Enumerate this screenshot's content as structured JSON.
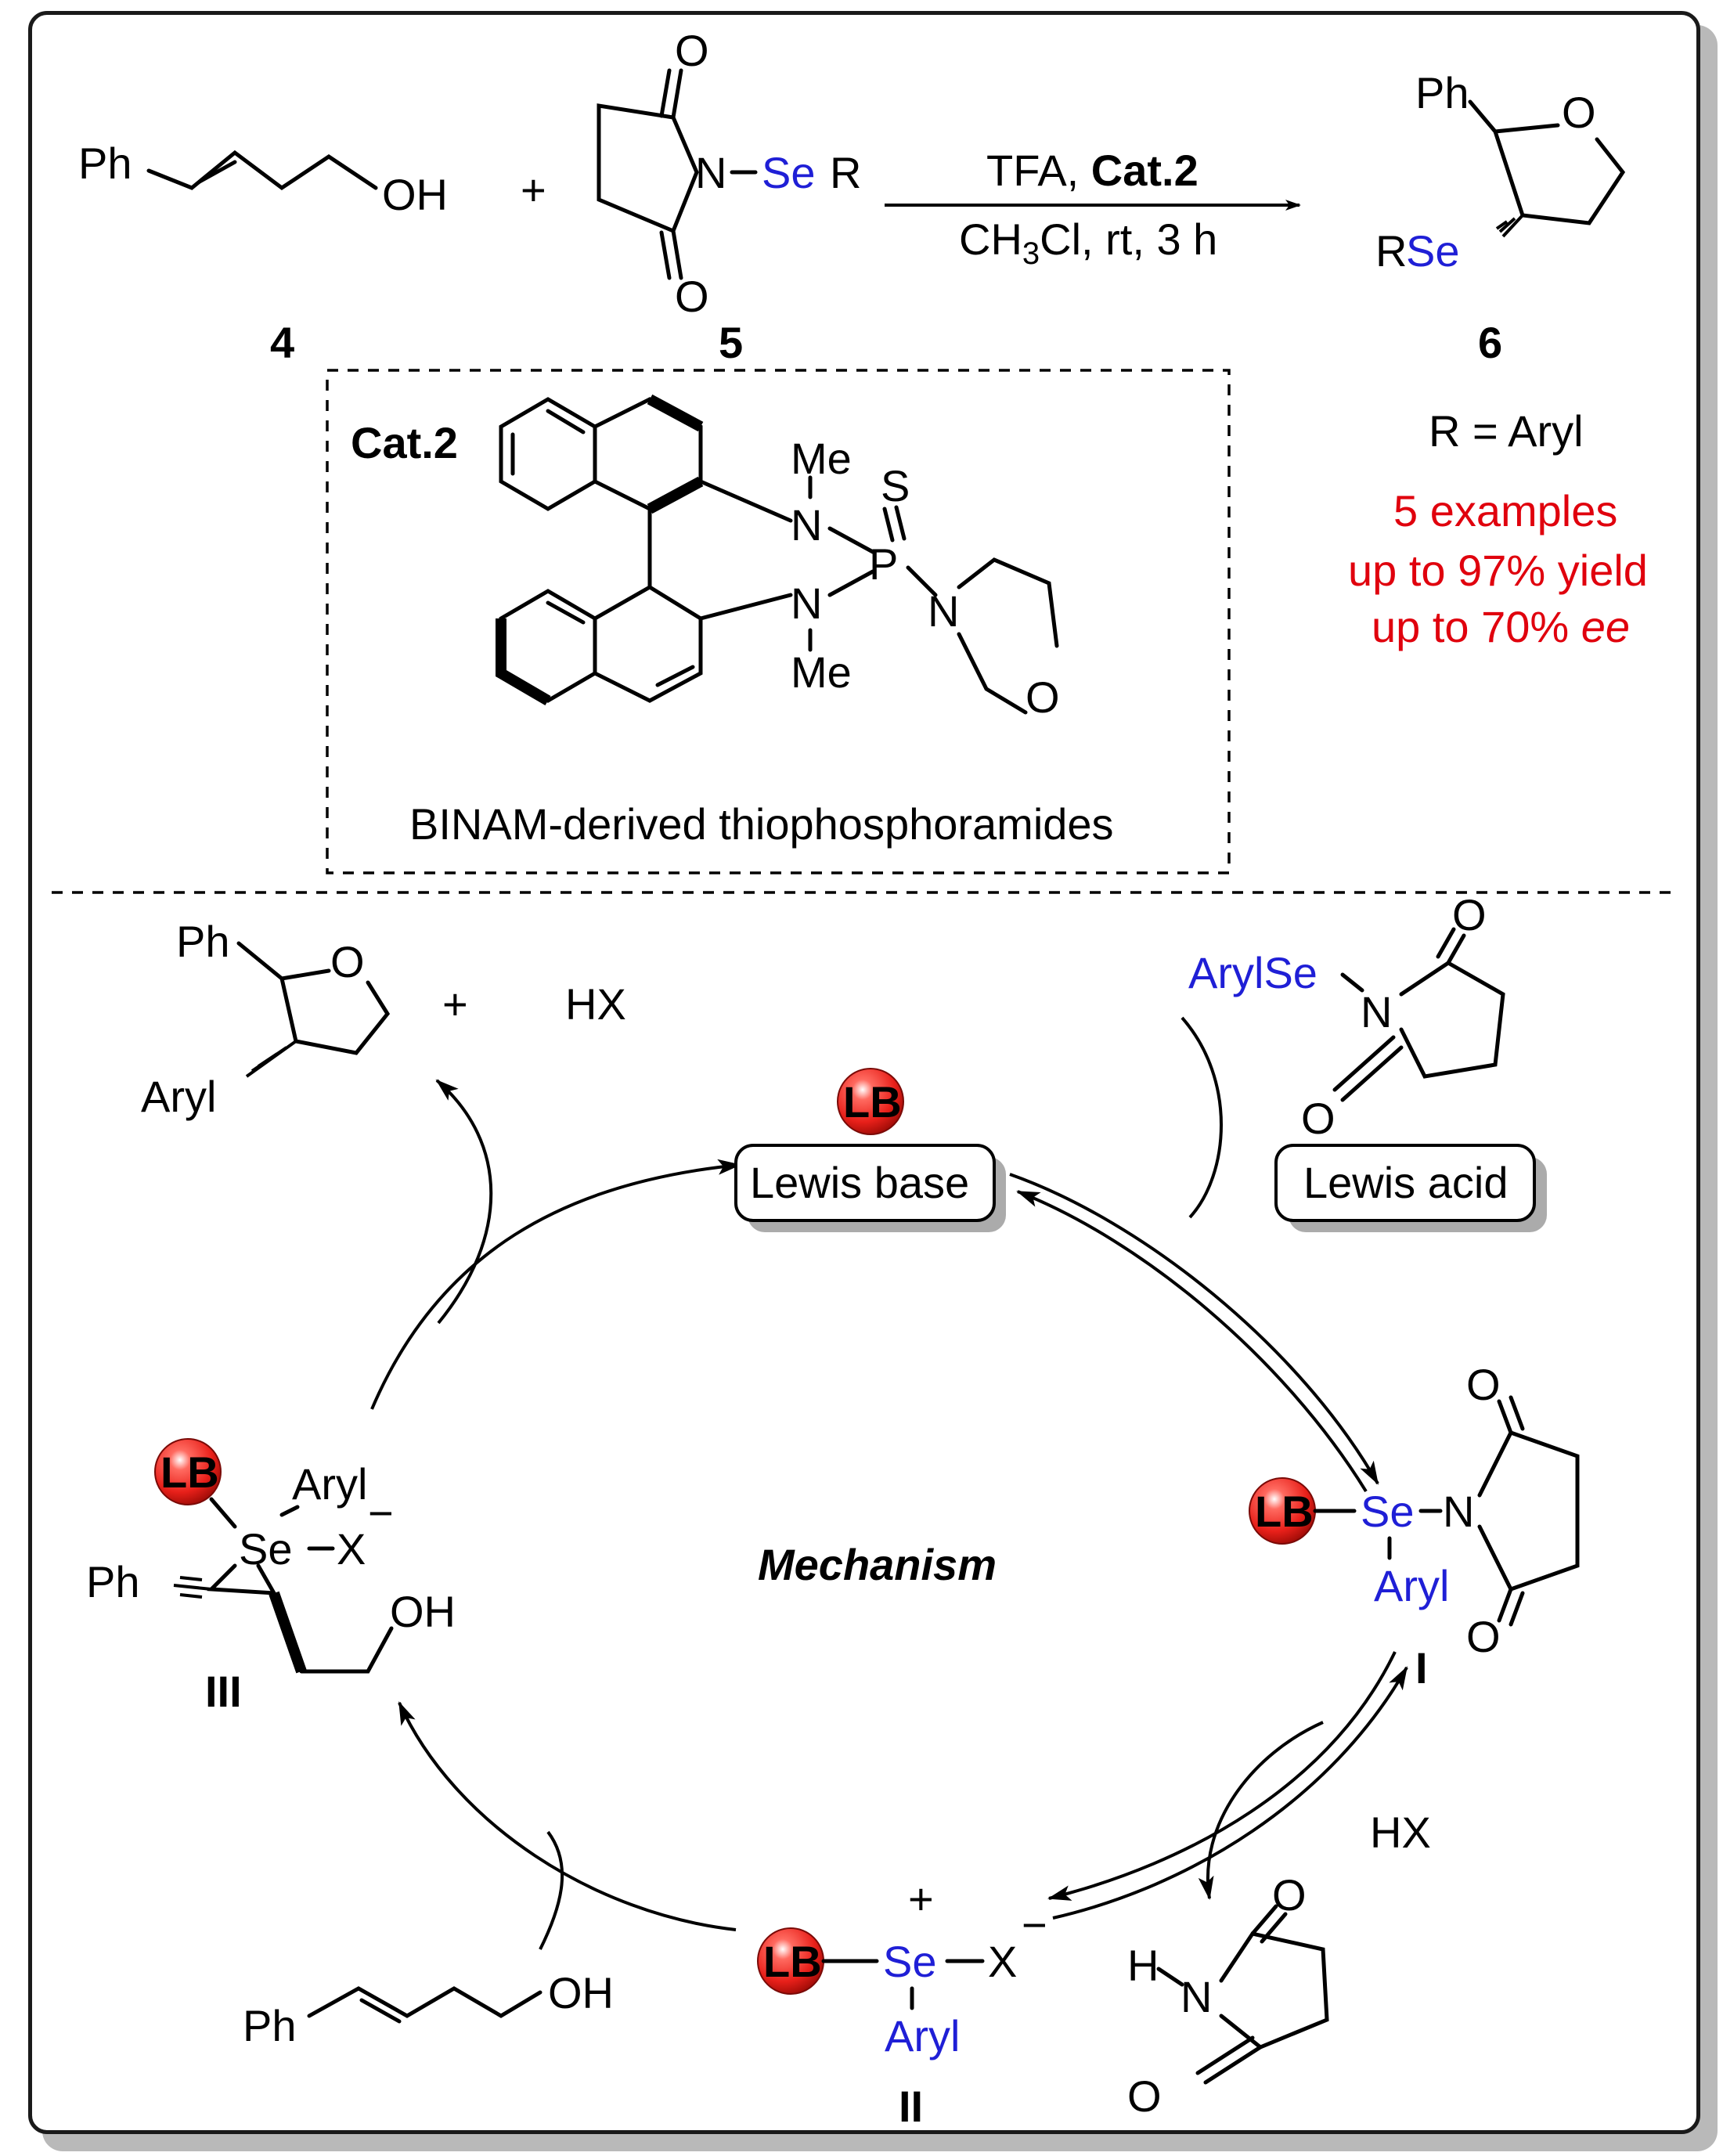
{
  "reaction": {
    "substrate_ph": "Ph",
    "substrate_oh": "OH",
    "plus": "+",
    "reagent_o": "O",
    "reagent_n": "N",
    "reagent_se": "Se",
    "reagent_r": "R",
    "conditions_top_a": "TFA, ",
    "conditions_top_b": "Cat.2",
    "conditions_bottom_a": "CH",
    "conditions_bottom_sub": "3",
    "conditions_bottom_b": "Cl, rt, 3 h",
    "product_ph": "Ph",
    "product_o": "O",
    "product_r": "R",
    "product_se": "Se",
    "label_4": "4",
    "label_5": "5",
    "label_6": "6",
    "r_definition": "R = Aryl",
    "results": [
      "5 examples",
      "up to 97% yield",
      "up to 70% "
    ],
    "results_ee": "ee"
  },
  "catalyst": {
    "label": "Cat.2",
    "me": "Me",
    "n": "N",
    "p": "P",
    "s": "S",
    "o": "O",
    "caption": "BINAM-derived thiophosphoramides"
  },
  "mechanism": {
    "title": "Mechanism",
    "lb": "LB",
    "lewis_base": "Lewis base",
    "lewis_acid": "Lewis acid",
    "arylse": "ArylSe",
    "aryl": "Aryl",
    "se": "Se",
    "x": "X",
    "minus": "−",
    "plus": "+",
    "hx": "HX",
    "n": "N",
    "o": "O",
    "h": "H",
    "oh": "OH",
    "ph": "Ph",
    "label_I": "I",
    "label_II": "II",
    "label_III": "III"
  },
  "colors": {
    "selenium": "#1f1fd6",
    "highlight": "#e0000d",
    "lb_ball": "#e8201a"
  }
}
